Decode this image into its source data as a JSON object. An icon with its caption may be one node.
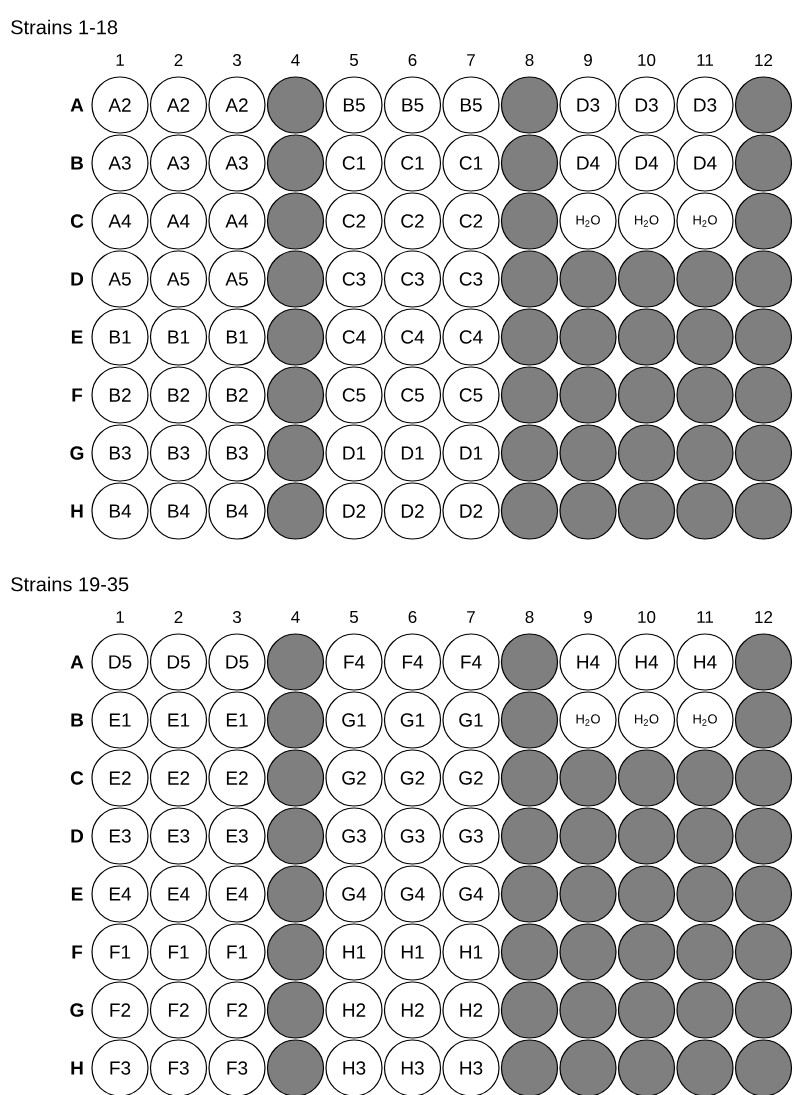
{
  "diagram": {
    "nodes": [
      {
        "text": [
          "A2"
        ]
      },
      {
        "text": [
          "A2"
        ]
      },
      {
        "text": [
          "A2"
        ]
      },
      {
        "text": [],
        "shape": "circle"
      },
      {
        "text": [
          "B5"
        ]
      },
      {
        "text": [
          "B5"
        ]
      },
      {
        "text": [
          "B5"
        ]
      },
      {
        "text": [],
        "shape": "circle"
      },
      {
        "text": [
          "D3"
        ]
      },
      {
        "text": [
          "D3"
        ]
      },
      {
        "text": [
          "D3"
        ]
      },
      {
        "text": [],
        "shape": "circle"
      },
      {
        "text": [
          "A3"
        ]
      },
      {
        "text": [
          "A3"
        ]
      },
      {
        "text": [
          "A3"
        ]
      },
      {
        "text": [],
        "shape": "circle"
      },
      {
        "text": [
          "C1"
        ]
      },
      {
        "text": [
          "C1"
        ]
      },
      {
        "text": [
          "C1"
        ]
      },
      {
        "text": [],
        "shape": "circle"
      },
      {
        "text": [
          "D4"
        ]
      },
      {
        "text": [
          "D4"
        ]
      },
      {
        "text": [
          "D4"
        ]
      },
      {
        "text": [],
        "shape": "circle"
      },
      {
        "text": [
          "A4"
        ]
      },
      {
        "text": [
          "A4"
        ]
      },
      {
        "text": [
          "A4"
        ]
      },
      {
        "text": [],
        "shape": "circle"
      },
      {
        "text": [
          "C2"
        ]
      },
      {
        "text": [
          "C2"
        ]
      },
      {
        "text": [
          "C2"
        ]
      },
      {
        "text": [],
        "shape": "circle"
      },
      {
        "text": [
          "H$_{2}$O"
        ]
      },
      {
        "text": [
          "H$_{2}$O"
        ]
      },
      {
        "text": [
          "H$_{2}$O"
        ]
      },
      {
        "text": [],
        "shape": "circle"
      },
      {
        "text": [
          "A5"
        ]
      },
      {
        "text": [
          "A5"
        ]
      },
      {
        "text": [
          "A5"
        ]
      },
      {
        "text": [],
        "shape": "circle"
      },
      {
        "text": [
          "C3"
        ]
      },
      {
        "text": [
          "C3"
        ]
      },
      {
        "text": [
          "C3"
        ]
      },
      {
        "text": [],
        "shape": "circle"
      },
      {
        "text": [],
        "shape": "circle"
      },
      {
        "text": [],
        "shape": "circle"
      },
      {
        "text": [],
        "shape": "circle"
      },
      {
        "text": [],
        "shape": "circle"
      },
      {
        "text": [
          "B1"
        ]
      },
      {
        "text": [
          "B1"
        ]
      },
      {
        "text": [
          "B1"
        ]
      },
      {
        "text": [],
        "shape": "circle"
      },
      {
        "text": [
          "C4"
        ]
      },
      {
        "text": [
          "C4"
        ]
      },
      {
        "text": [
          "C4"
        ]
      },
      {
        "text": [],
        "shape": "circle"
      },
      {
        "text": [],
        "shape": "circle"
      },
      {
        "text": [],
        "shape": "circle"
      },
      {
        "text": [],
        "shape": "circle"
      },
      {
        "text": [],
        "shape": "circle"
      },
      {
        "text": [
          "B2"
        ]
      },
      {
        "text": [
          "B2"
        ]
      },
      {
        "text": [
          "B2"
        ]
      },
      {
        "text": [],
        "shape": "circle"
      },
      {
        "text": [
          "C5"
        ]
      },
      {
        "text": [
          "C5"
        ]
      },
      {
        "text": [
          "C5"
        ]
      },
      {
        "text": [],
        "shape": "circle"
      },
      {
        "text": [],
        "shape": "circle"
      },
      {
        "text": [],
        "shape": "circle"
      },
      {
        "text": [],
        "shape": "circle"
      },
      {
        "text": [],
        "shape": "circle"
      },
      {
        "text": [
          "B3"
        ]
      },
      {
        "text": [
          "B3"
        ]
      },
      {
        "text": [
          "B3"
        ]
      },
      {
        "text": [],
        "shape": "circle"
      },
      {
        "text": [
          "D1"
        ]
      },
      {
        "text": [
          "D1"
        ]
      },
      {
        "text": [
          "D1"
        ]
      },
      {
        "text": [],
        "shape": "circle"
      },
      {
        "text": [],
        "shape": "circle"
      },
      {
        "text": [],
        "shape": "circle"
      },
      {
        "text": [],
        "shape": "circle"
      },
      {
        "text": [],
        "shape": "circle"
      },
      {
        "text": [
          "B4"
        ]
      },
      {
        "text": [
          "B4"
        ]
      },
      {
        "text": [
          "B4"
        ]
      },
      {
        "text": [],
        "shape": "circle"
      },
      {
        "text": [
          "D2"
        ]
      },
      {
        "text": [
          "D2"
        ]
      },
      {
        "text": [
          "D2"
        ]
      },
      {
        "text": [],
        "shape": "circle"
      },
      {
        "text": [],
        "shape": "circle"
      },
      {
        "text": [],
        "shape": "circle"
      },
      {
        "text": [],
        "shape": "circle"
      },
      {
        "text": [],
        "shape": "circle"
      },
      {
        "text": [
          "D5"
        ]
      },
      {
        "text": [
          "D5"
        ]
      },
      {
        "text": [
          "D5"
        ]
      },
      {
        "text": [],
        "shape": "circle"
      },
      {
        "text": [
          "F4"
        ]
      },
      {
        "text": [
          "F4"
        ]
      },
      {
        "text": [
          "F4"
        ]
      },
      {
        "text": [],
        "shape": "circle"
      },
      {
        "text": [
          "H4"
        ]
      },
      {
        "text": [
          "H4"
        ]
      },
      {
        "text": [
          "H4"
        ]
      },
      {
        "text": [],
        "shape": "circle"
      },
      {
        "text": [
          "E1"
        ]
      },
      {
        "text": [
          "E1"
        ]
      },
      {
        "text": [
          "E1"
        ]
      },
      {
        "text": [],
        "shape": "circle"
      },
      {
        "text": [
          "G1"
        ]
      },
      {
        "text": [
          "G1"
        ]
      },
      {
        "text": [
          "G1"
        ]
      },
      {
        "text": [],
        "shape": "circle"
      },
      {
        "text": [
          "H$_{2}$O"
        ]
      },
      {
        "text": [
          "H$_{2}$O"
        ]
      },
      {
        "text": [
          "H$_{2}$O"
        ]
      },
      {
        "text": [],
        "shape": "circle"
      },
      {
        "text": [
          "E2"
        ]
      },
      {
        "text": [
          "E2"
        ]
      },
      {
        "text": [
          "E2"
        ]
      },
      {
        "text": [],
        "shape": "circle"
      },
      {
        "text": [
          "G2"
        ]
      },
      {
        "text": [
          "G2"
        ]
      },
      {
        "text": [
          "G2"
        ]
      },
      {
        "text": [],
        "shape": "circle"
      },
      {
        "text": [],
        "shape": "circle"
      },
      {
        "text": [],
        "shape": "circle"
      },
      {
        "text": [],
        "shape": "circle"
      },
      {
        "text": [],
        "shape": "circle"
      },
      {
        "text": [
          "E3"
        ]
      },
      {
        "text": [
          "E3"
        ]
      },
      {
        "text": [
          "E3"
        ]
      },
      {
        "text": [],
        "shape": "circle"
      },
      {
        "text": [
          "G3"
        ]
      },
      {
        "text": [
          "G3"
        ]
      },
      {
        "text": [
          "G3"
        ]
      },
      {
        "text": [],
        "shape": "circle"
      },
      {
        "text": [],
        "shape": "circle"
      },
      {
        "text": [],
        "shape": "circle"
      },
      {
        "text": [],
        "shape": "circle"
      },
      {
        "text": [],
        "shape": "circle"
      },
      {
        "text": [
          "E4"
        ]
      },
      {
        "text": [
          "E4"
        ]
      },
      {
        "text": [
          "E4"
        ]
      },
      {
        "text": [],
        "shape": "circle"
      },
      {
        "text": [
          "G4"
        ]
      },
      {
        "text": [
          "G4"
        ]
      },
      {
        "text": [
          "G4"
        ]
      },
      {
        "text": [],
        "shape": "circle"
      },
      {
        "text": [],
        "shape": "circle"
      },
      {
        "text": [],
        "shape": "circle"
      },
      {
        "text": [],
        "shape": "circle"
      },
      {
        "text": [],
        "shape": "circle"
      },
      {
        "text": [
          "F1"
        ]
      },
      {
        "text": [
          "F1"
        ]
      },
      {
        "text": [
          "F1"
        ]
      },
      {
        "text": [],
        "shape": "circle"
      },
      {
        "text": [
          "H1"
        ]
      },
      {
        "text": [
          "H1"
        ]
      },
      {
        "text": [
          "H1"
        ]
      },
      {
        "text": [],
        "shape": "circle"
      },
      {
        "text": [],
        "shape": "circle"
      },
      {
        "text": [],
        "shape": "circle"
      },
      {
        "text": [],
        "shape": "circle"
      },
      {
        "text": [],
        "shape": "circle"
      },
      {
        "text": [
          "F2"
        ]
      },
      {
        "text": [
          "F2"
        ]
      },
      {
        "text": [
          "F2"
        ]
      },
      {
        "text": [],
        "shape": "circle"
      },
      {
        "text": [
          "H2"
        ]
      },
      {
        "text": [
          "H2"
        ]
      },
      {
        "text": [
          "H2"
        ]
      },
      {
        "text": [],
        "shape": "circle"
      },
      {
        "text": [],
        "shape": "circle"
      },
      {
        "text": [],
        "shape": "circle"
      },
      {
        "text": [],
        "shape": "circle"
      },
      {
        "text": [],
        "shape": "circle"
      },
      {
        "text": [
          "F3"
        ]
      },
      {
        "text": [
          "F3"
        ]
      },
      {
        "text": [
          "F3"
        ]
      },
      {
        "text": [],
        "shape": "circle"
      },
      {
        "text": [
          "H3"
        ]
      },
      {
        "text": [
          "H3"
        ]
      },
      {
        "text": [
          "H3"
        ]
      },
      {
        "text": [],
        "shape": "circle"
      },
      {
        "text": [],
        "shape": "circle"
      },
      {
        "text": [],
        "shape": "circle"
      },
      {
        "text": [],
        "shape": "circle"
      },
      {
        "text": [],
        "shape": "circle"
      }
    ],
    "labels": [
      "Strains 1-18",
      "1",
      "2",
      "3",
      "4",
      "5",
      "6",
      "7",
      "8",
      "9",
      "10",
      "11",
      "12",
      "A",
      "B",
      "C",
      "D",
      "E",
      "F",
      "G",
      "H",
      "Strains 19-35",
      "1",
      "2",
      "3",
      "4",
      "5",
      "6",
      "7",
      "8",
      "9",
      "10",
      "11",
      "12",
      "A",
      "B",
      "C",
      "D",
      "E",
      "F",
      "G",
      "H"
    ]
  }
}
